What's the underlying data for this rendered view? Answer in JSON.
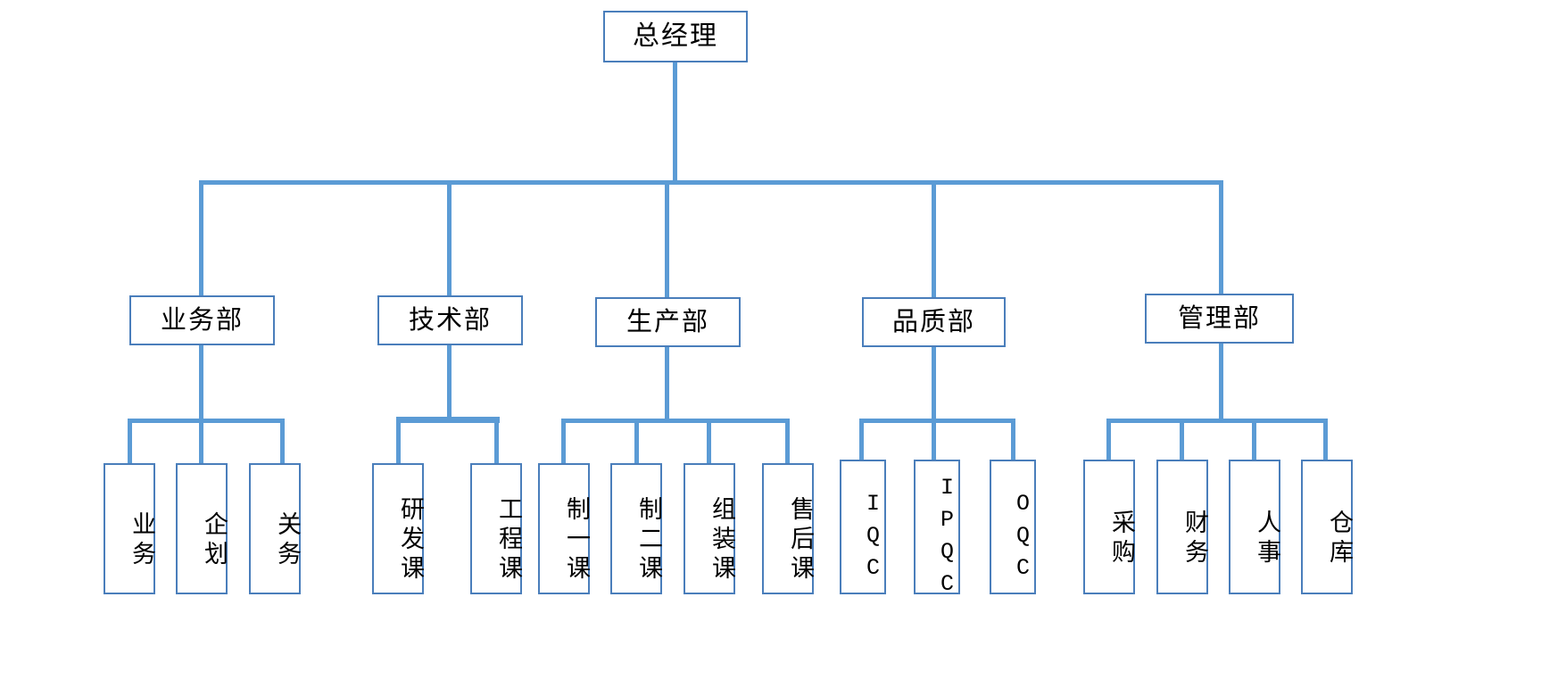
{
  "chart_title": "",
  "colors": {
    "connector": "#5b9bd5",
    "box_border": "#4a7ebb",
    "box_fill": "#ffffff",
    "text": "#000000"
  },
  "root": {
    "label": "总经理"
  },
  "departments": [
    {
      "label": "业务部",
      "children": [
        {
          "label": "业务"
        },
        {
          "label": "企划"
        },
        {
          "label": "关务"
        }
      ]
    },
    {
      "label": "技术部",
      "children": [
        {
          "label": "研发课"
        },
        {
          "label": "工程课"
        }
      ]
    },
    {
      "label": "生产部",
      "children": [
        {
          "label": "制一课"
        },
        {
          "label": "制二课"
        },
        {
          "label": "组装课"
        },
        {
          "label": "售后课"
        }
      ]
    },
    {
      "label": "品质部",
      "children": [
        {
          "label": "IQC"
        },
        {
          "label": "IPQC"
        },
        {
          "label": "OQC"
        }
      ]
    },
    {
      "label": "管理部",
      "children": [
        {
          "label": "采购"
        },
        {
          "label": "财务"
        },
        {
          "label": "人事"
        },
        {
          "label": "仓库"
        }
      ]
    }
  ],
  "chart_data": {
    "type": "diagram",
    "diagram_kind": "organization-chart",
    "title": "",
    "orientation": "top-down",
    "levels": 3,
    "nodes": [
      {
        "id": "root",
        "label": "总经理",
        "level": 0,
        "parent": null
      },
      {
        "id": "d1",
        "label": "业务部",
        "level": 1,
        "parent": "root"
      },
      {
        "id": "d2",
        "label": "技术部",
        "level": 1,
        "parent": "root"
      },
      {
        "id": "d3",
        "label": "生产部",
        "level": 1,
        "parent": "root"
      },
      {
        "id": "d4",
        "label": "品质部",
        "level": 1,
        "parent": "root"
      },
      {
        "id": "d5",
        "label": "管理部",
        "level": 1,
        "parent": "root"
      },
      {
        "id": "d1c1",
        "label": "业务",
        "level": 2,
        "parent": "d1"
      },
      {
        "id": "d1c2",
        "label": "企划",
        "level": 2,
        "parent": "d1"
      },
      {
        "id": "d1c3",
        "label": "关务",
        "level": 2,
        "parent": "d1"
      },
      {
        "id": "d2c1",
        "label": "研发课",
        "level": 2,
        "parent": "d2"
      },
      {
        "id": "d2c2",
        "label": "工程课",
        "level": 2,
        "parent": "d2"
      },
      {
        "id": "d3c1",
        "label": "制一课",
        "level": 2,
        "parent": "d3"
      },
      {
        "id": "d3c2",
        "label": "制二课",
        "level": 2,
        "parent": "d3"
      },
      {
        "id": "d3c3",
        "label": "组装课",
        "level": 2,
        "parent": "d3"
      },
      {
        "id": "d3c4",
        "label": "售后课",
        "level": 2,
        "parent": "d3"
      },
      {
        "id": "d4c1",
        "label": "IQC",
        "level": 2,
        "parent": "d4"
      },
      {
        "id": "d4c2",
        "label": "IPQC",
        "level": 2,
        "parent": "d4"
      },
      {
        "id": "d4c3",
        "label": "OQC",
        "level": 2,
        "parent": "d4"
      },
      {
        "id": "d5c1",
        "label": "采购",
        "level": 2,
        "parent": "d5"
      },
      {
        "id": "d5c2",
        "label": "财务",
        "level": 2,
        "parent": "d5"
      },
      {
        "id": "d5c3",
        "label": "人事",
        "level": 2,
        "parent": "d5"
      },
      {
        "id": "d5c4",
        "label": "仓库",
        "level": 2,
        "parent": "d5"
      }
    ]
  }
}
